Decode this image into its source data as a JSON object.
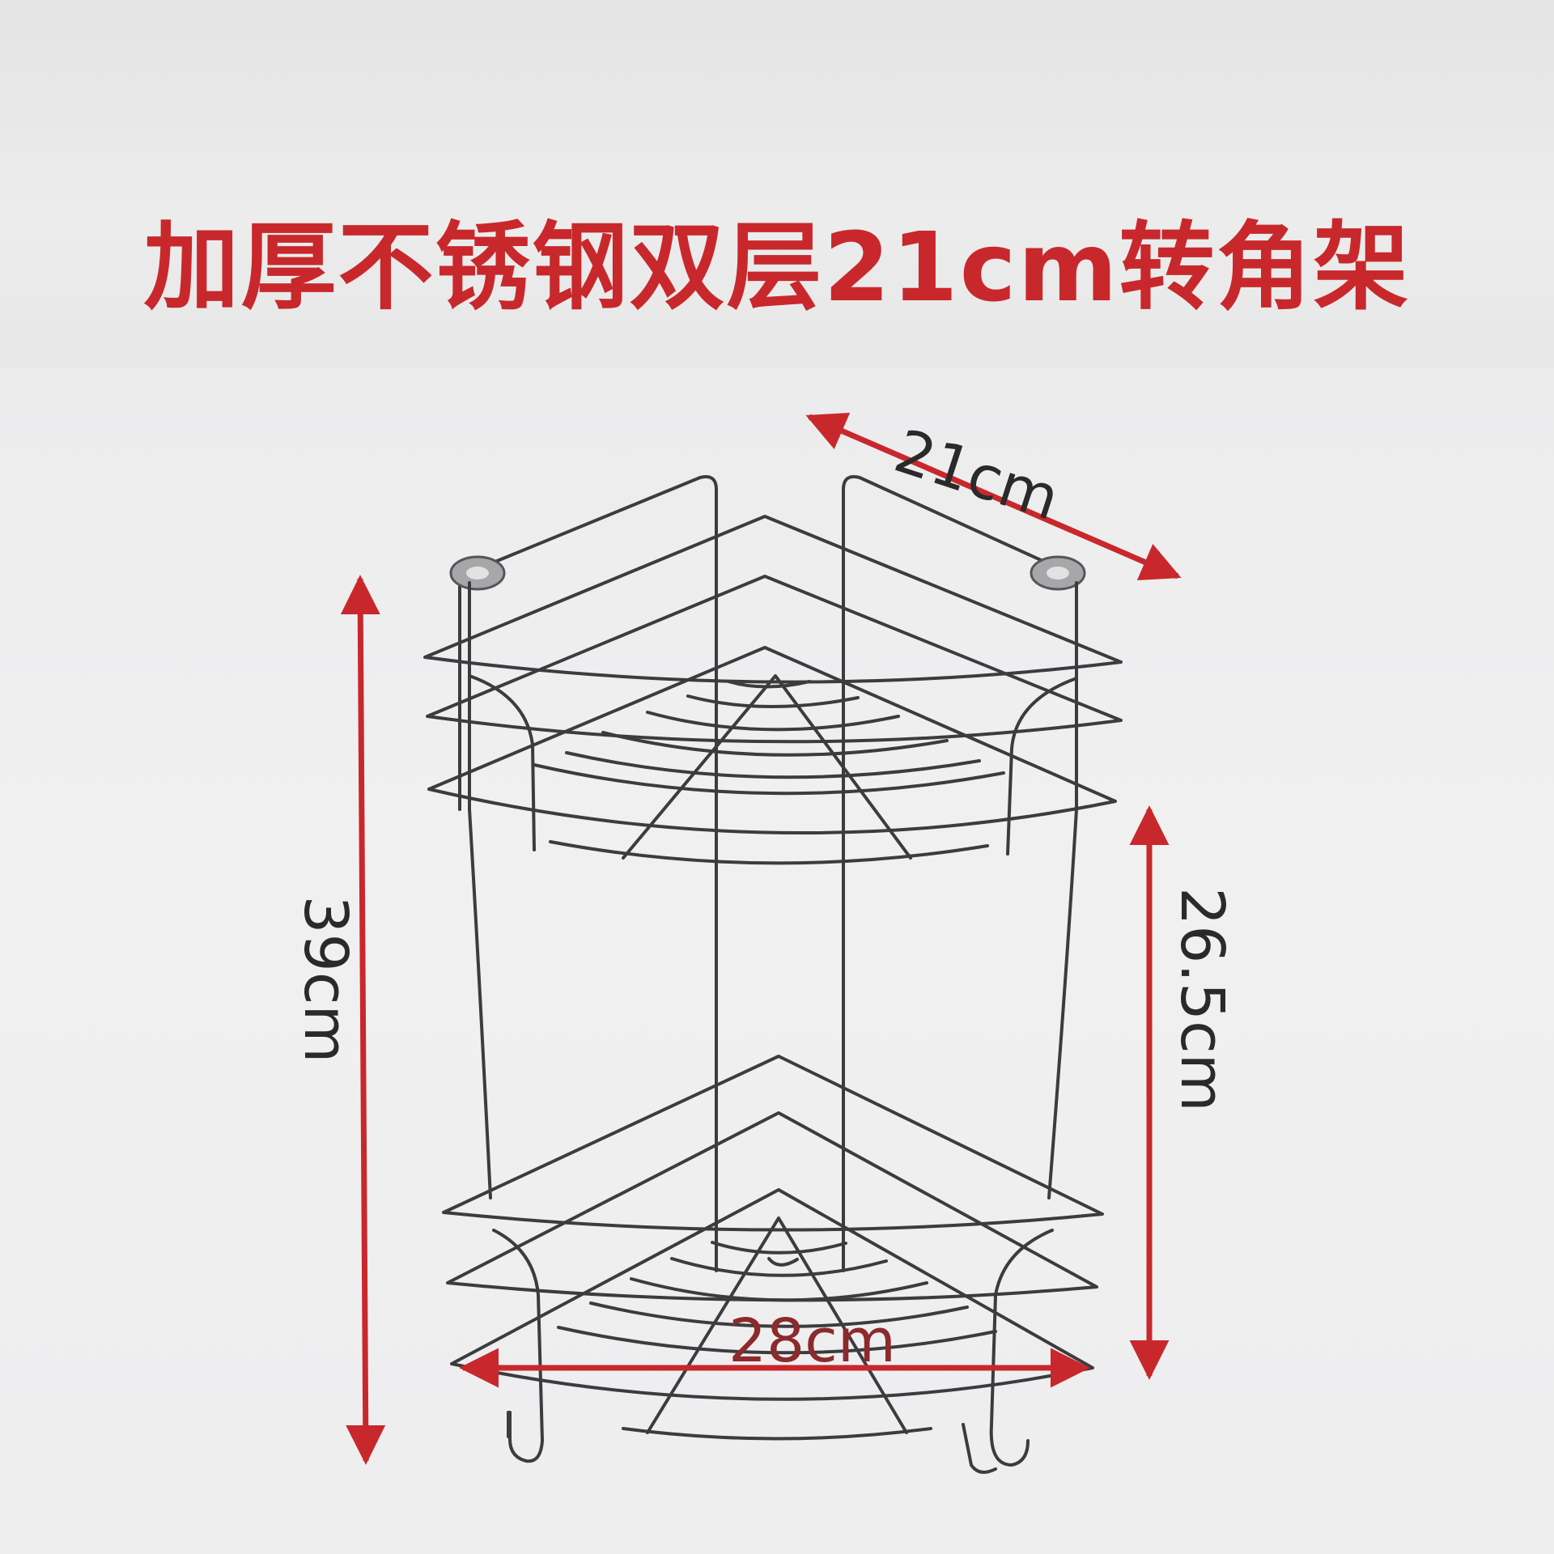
{
  "title": "加厚不锈钢双层21cm转角架",
  "dimensions": {
    "width": "21cm",
    "height": "39cm",
    "shelf_spacing": "26.5cm",
    "depth": "28cm"
  },
  "colors": {
    "accent": "#c8282c",
    "label_text": "#2a2a2a",
    "wire": "#3c3c3e",
    "background": "#eeeeef"
  }
}
